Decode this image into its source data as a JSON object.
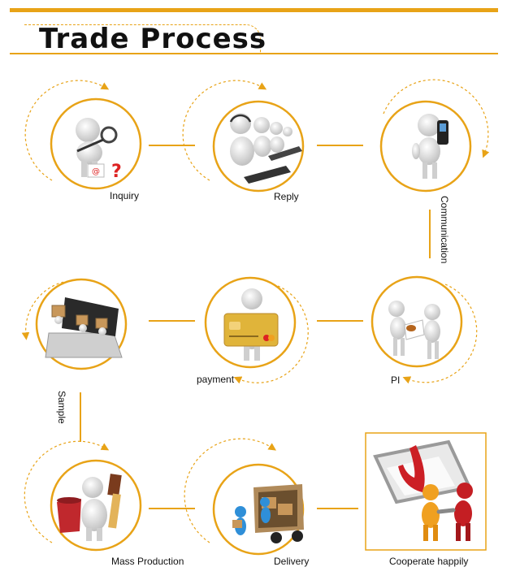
{
  "title": "Trade Process",
  "accent_color": "#e8a317",
  "steps": {
    "inquiry": "Inquiry",
    "reply": "Reply",
    "communication": "Communication",
    "pi": "PI",
    "payment": "payment",
    "sample": "Sample",
    "mass_production": "Mass Production",
    "delivery": "Delivery",
    "cooperate": "Cooperate happily"
  },
  "icons": {
    "inquiry": "magnifier-person-icon",
    "reply": "call-center-icon",
    "communication": "phone-call-icon",
    "pi": "handshake-document-icon",
    "payment": "credit-card-icon",
    "sample": "laptop-boxes-icon",
    "mass_production": "paint-bucket-icon",
    "delivery": "delivery-truck-icon",
    "cooperate": "checkmark-handshake-icon"
  }
}
